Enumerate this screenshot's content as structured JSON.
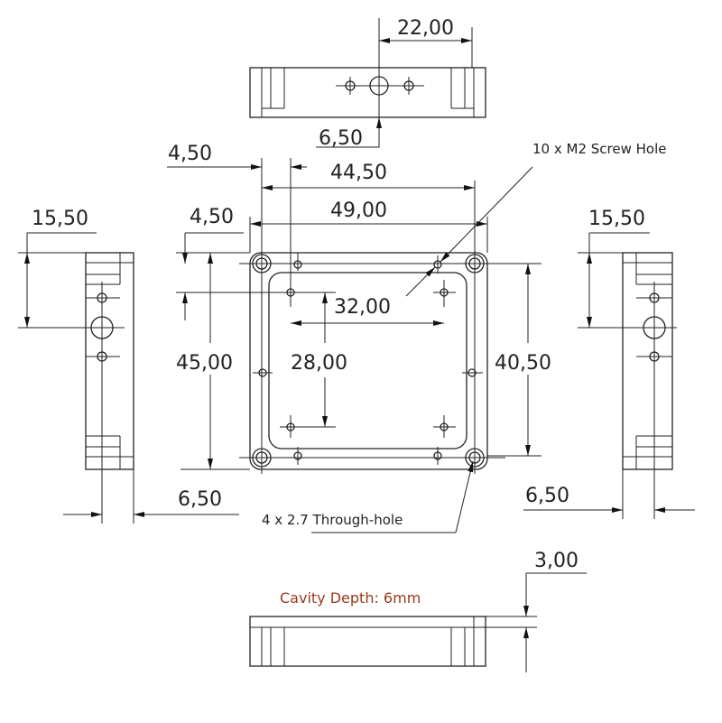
{
  "notes": {
    "screw_holes": "10 x M2 Screw Hole",
    "through_holes": "4 x 2.7 Through-hole",
    "cavity_depth": "Cavity Depth: 6mm"
  },
  "dimensions": {
    "top_22": "22,00",
    "top_650": "6,50",
    "left_450_top": "4,50",
    "width_4450": "44,50",
    "width_4900": "49,00",
    "left_450_side": "4,50",
    "height_4500": "45,00",
    "height_4050": "40,50",
    "inner_3200": "32,00",
    "inner_2800": "28,00",
    "lside_1550": "15,50",
    "lside_650": "6,50",
    "rside_1550": "15,50",
    "rside_650": "6,50",
    "bottom_300": "3,00"
  },
  "colors": {
    "note_red": "#9a3a1c",
    "line": "#222222"
  }
}
